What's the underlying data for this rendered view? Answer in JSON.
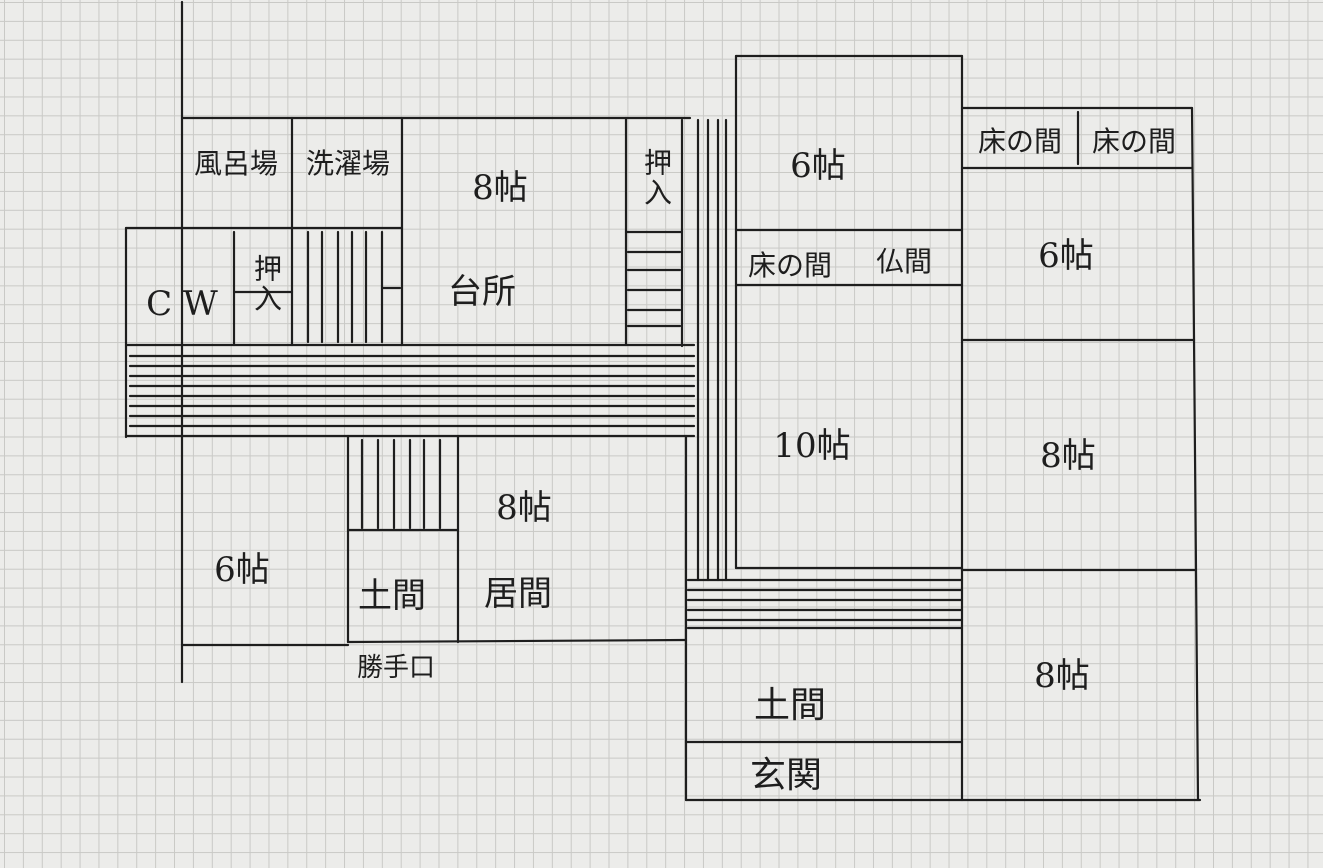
{
  "colors": {
    "paper": "#ececea",
    "grid": "#c9c9c6",
    "ink": "#1e1e1e"
  },
  "rooms": {
    "bath": "風呂場",
    "washroom": "洗濯場",
    "kitchen_8": "8帖",
    "kitchen": "台所",
    "closet_left": "押入",
    "closet_right": "押入",
    "cw": "C W",
    "room_6_top": "6帖",
    "tokonoma_left": "床の間",
    "butsuma": "仏間",
    "tokonoma_right_1": "床の間",
    "tokonoma_right_2": "床の間",
    "room_6_right": "6帖",
    "room_10": "10帖",
    "room_8_right": "8帖",
    "room_8_bottom_right": "8帖",
    "room_6_left": "6帖",
    "doma_small": "土間",
    "living_8": "8帖",
    "living": "居間",
    "katteguchi": "勝手口",
    "doma_large": "土間",
    "genkan": "玄関"
  }
}
